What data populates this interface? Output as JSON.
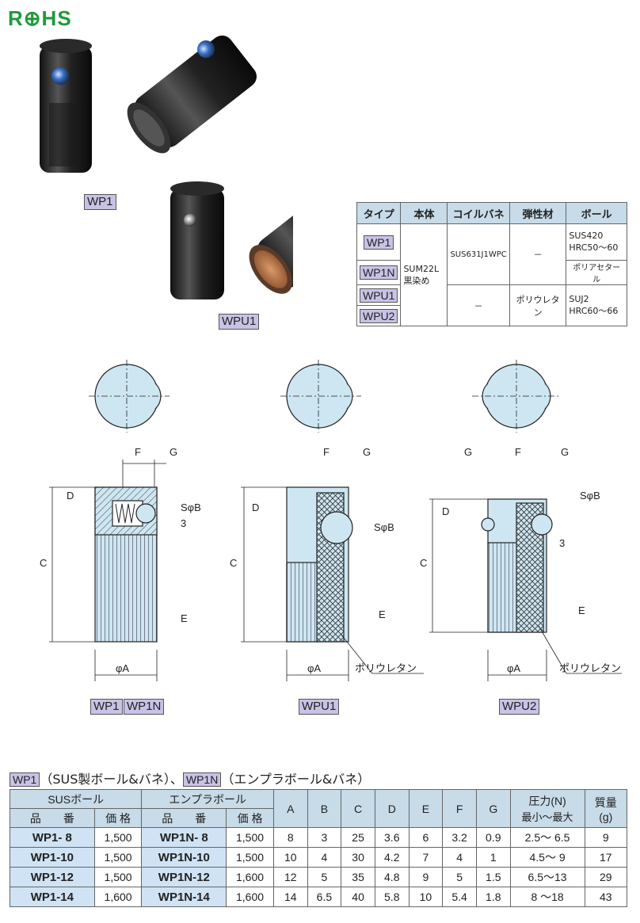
{
  "rohs": "R⊕HS",
  "photo_labels": {
    "wp1": "WP1",
    "wpu1": "WPU1"
  },
  "materials": {
    "headers": [
      "タイプ",
      "本体",
      "コイルバネ",
      "弾性材",
      "ボール"
    ],
    "types": [
      "WP1",
      "WP1N",
      "WPU1",
      "WPU2"
    ],
    "body": "SUM22L 黒染め",
    "spring_wp": "SUS631J1WPC",
    "spring_wpu": "－",
    "elastic_wp": "－",
    "elastic_wpu": "ポリウレタン",
    "ball_wp1": "SUS420 HRC50～60",
    "ball_wp1n": "ポリアセタール",
    "ball_wpu": "SUJ2 HRC60～66"
  },
  "drawings": {
    "wp1_labels": [
      "WP1",
      "WP1N"
    ],
    "wpu1_label": "WPU1",
    "wpu2_label": "WPU2",
    "poly": "ポリウレタン",
    "dim": {
      "f": "F",
      "g": "G",
      "d": "D",
      "c": "C",
      "e": "E",
      "phiA": "φA",
      "sphiB": "SφB",
      "three": "3"
    }
  },
  "section": {
    "badge1": "WP1",
    "text1": "（SUS製ボール&バネ）、",
    "badge2": "WP1N",
    "text2": "（エンプラボール&バネ）"
  },
  "spec": {
    "group_sus": "SUSボール",
    "group_eng": "エンプラボール",
    "part_no": "品　　番",
    "price": "価 格",
    "cols": [
      "A",
      "B",
      "C",
      "D",
      "E",
      "F",
      "G"
    ],
    "force": "圧力(N)",
    "force_sub": "最小～最大",
    "mass": "質量",
    "mass_unit": "(g)",
    "rows": [
      {
        "sus": "WP1- 8",
        "sus_price": "1,500",
        "eng": "WP1N- 8",
        "eng_price": "1,500",
        "A": "8",
        "B": "3",
        "C": "25",
        "D": "3.6",
        "E": "6",
        "F": "3.2",
        "G": "0.9",
        "force": "2.5～ 6.5",
        "mass": "9"
      },
      {
        "sus": "WP1-10",
        "sus_price": "1,500",
        "eng": "WP1N-10",
        "eng_price": "1,500",
        "A": "10",
        "B": "4",
        "C": "30",
        "D": "4.2",
        "E": "7",
        "F": "4",
        "G": "1",
        "force": "4.5～ 9",
        "mass": "17"
      },
      {
        "sus": "WP1-12",
        "sus_price": "1,500",
        "eng": "WP1N-12",
        "eng_price": "1,600",
        "A": "12",
        "B": "5",
        "C": "35",
        "D": "4.8",
        "E": "9",
        "F": "5",
        "G": "1.5",
        "force": "6.5～13",
        "mass": "29"
      },
      {
        "sus": "WP1-14",
        "sus_price": "1,600",
        "eng": "WP1N-14",
        "eng_price": "1,600",
        "A": "14",
        "B": "6.5",
        "C": "40",
        "D": "5.8",
        "E": "10",
        "F": "5.4",
        "G": "1.8",
        "force": "8 ～18",
        "mass": "43"
      }
    ]
  }
}
